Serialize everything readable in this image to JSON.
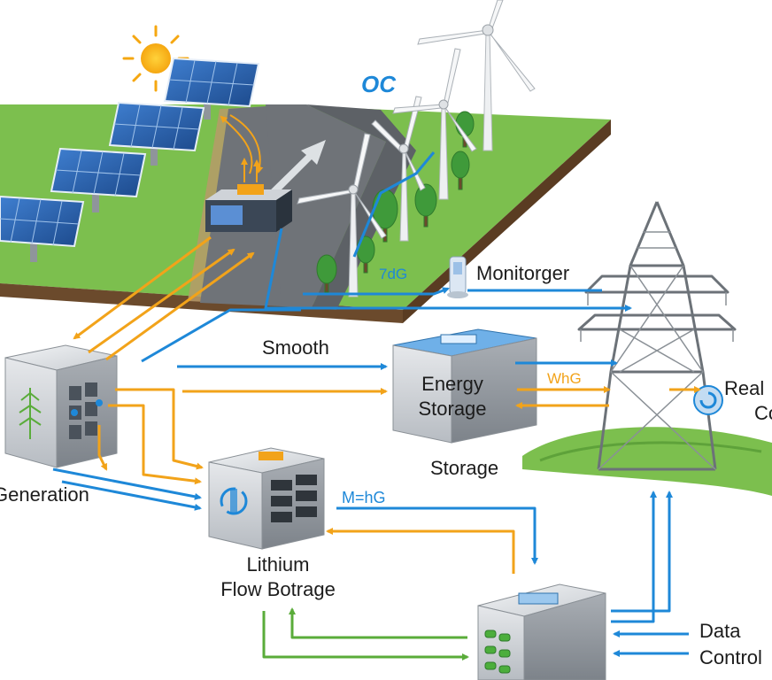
{
  "labels": {
    "oc": "OC",
    "tdg": "7dG",
    "monitor": "Monitorger",
    "smooth": "Smooth",
    "energy_storage_l1": "Energy",
    "energy_storage_l2": "Storage",
    "whg": "WhG",
    "storage": "Storage",
    "real_l1": "Real",
    "real_l2": "Co",
    "generation": "Generation",
    "mhg": "M=hG",
    "lithium_l1": "Lithium",
    "lithium_l2": "Flow Botrage",
    "data_l1": "Data",
    "data_l2": "Control"
  },
  "colors": {
    "flow_orange": "#f2a31a",
    "flow_blue": "#1e88d8",
    "flow_green": "#5aac3a",
    "grass": "#7cbf4e",
    "road": "#6f7378",
    "solar_panel": "#2a5ea8",
    "metal": "#9aa0a6"
  }
}
